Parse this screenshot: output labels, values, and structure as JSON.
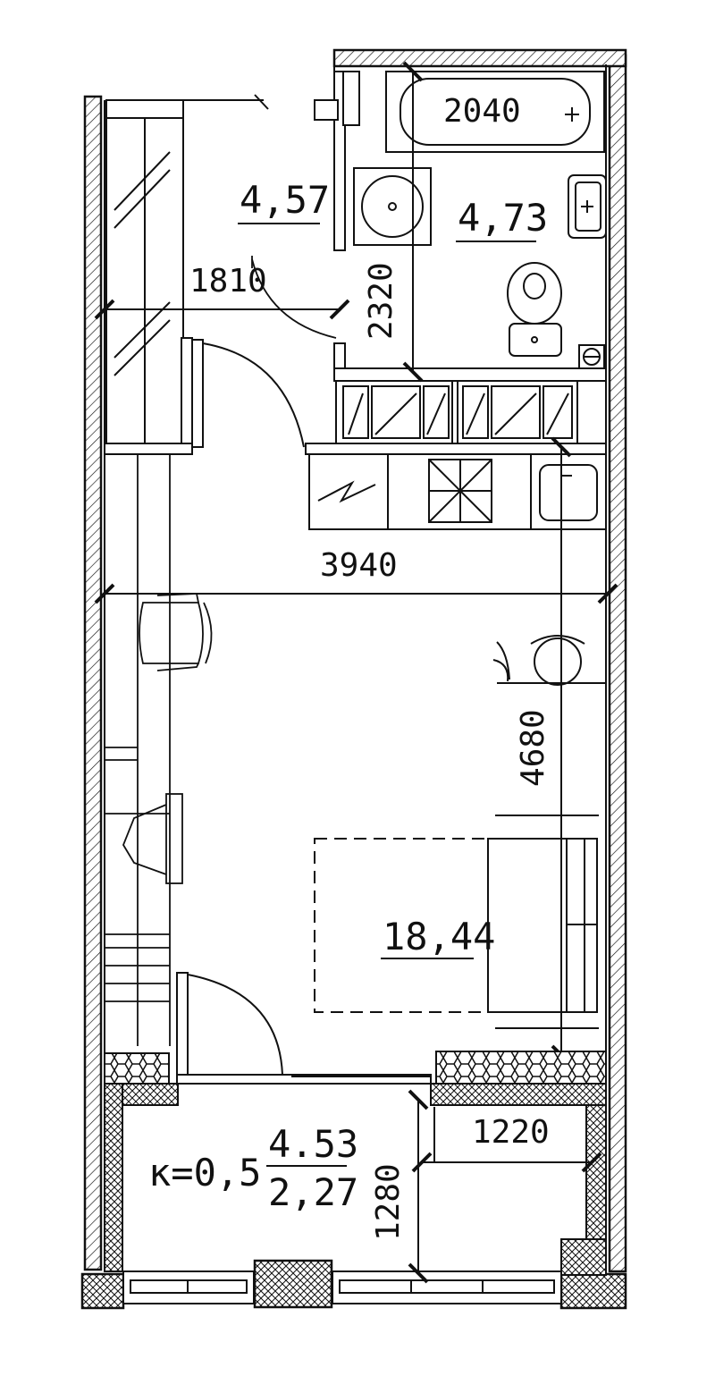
{
  "rooms": {
    "hallway": {
      "area": "4,57"
    },
    "bathroom": {
      "area": "4,73"
    },
    "living": {
      "area": "18,44"
    },
    "balcony": {
      "area": "4.53",
      "reduced_area": "2,27",
      "coefficient": "к=0,5"
    }
  },
  "dimensions": {
    "bath_length": "2040",
    "hall_width": "1810",
    "bath_depth": "2320",
    "kitchen_width": "3940",
    "room_depth": "4680",
    "balcony_width": "1220",
    "balcony_depth": "1280"
  }
}
